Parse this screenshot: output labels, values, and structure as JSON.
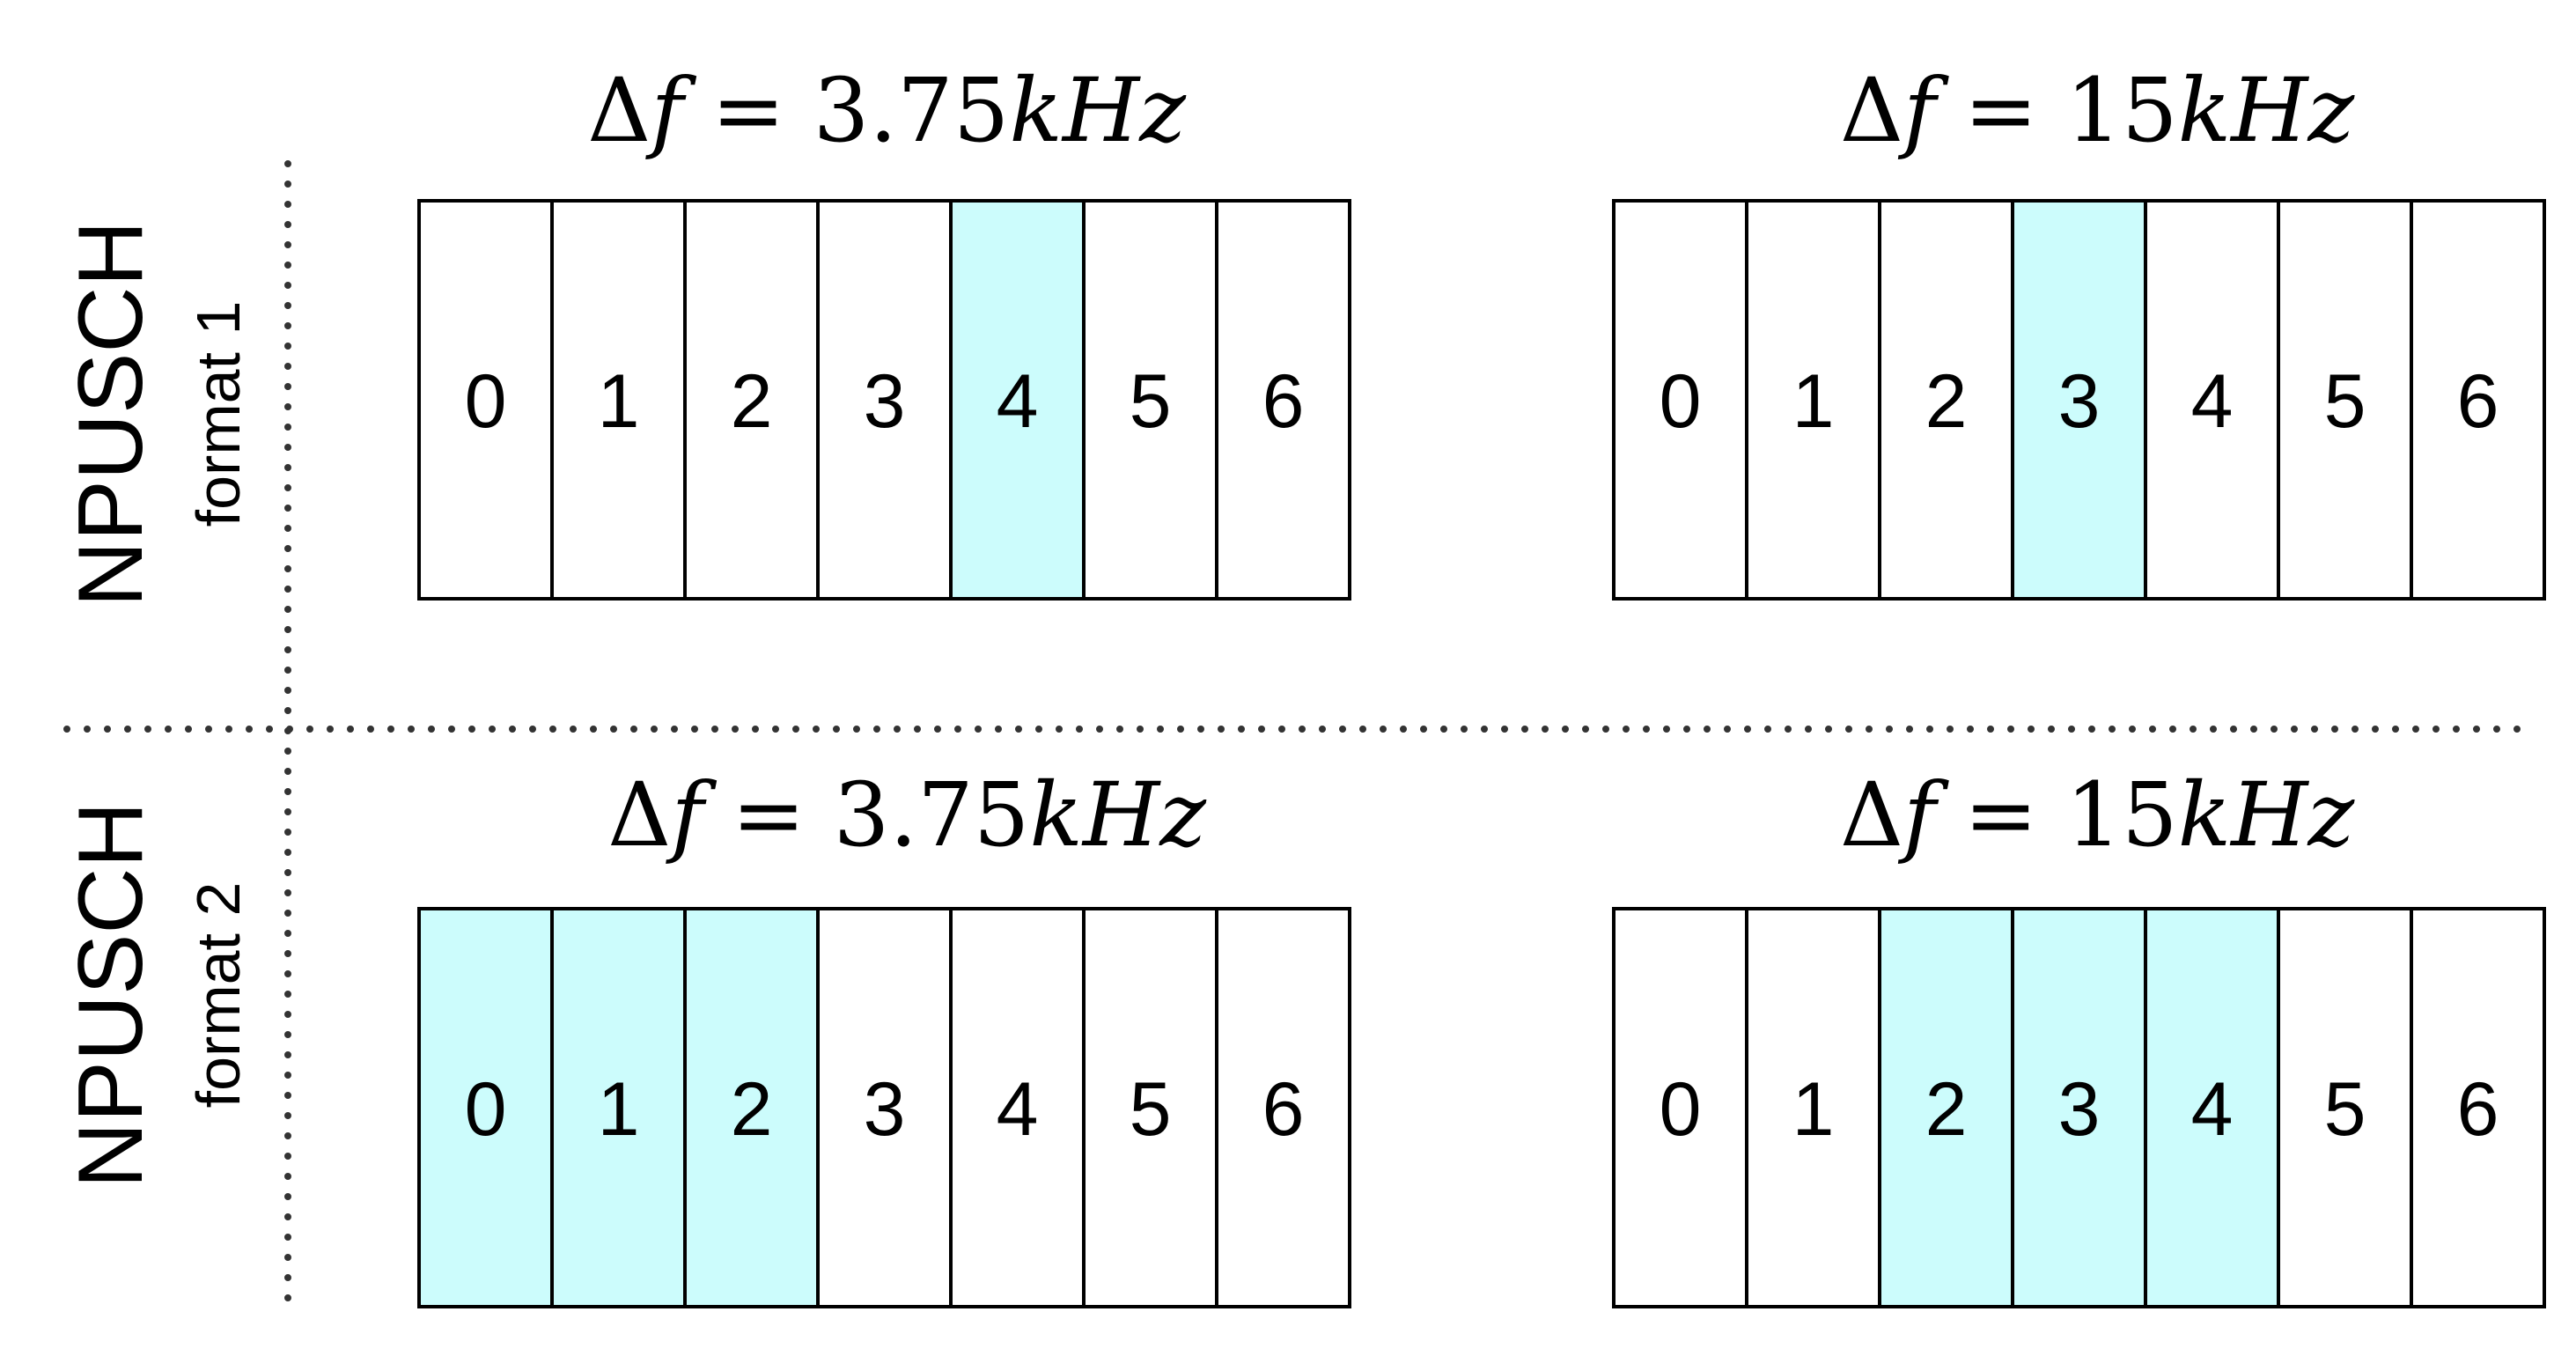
{
  "rows": [
    {
      "label": "NPUSCH",
      "sublabel": "format 1",
      "panels": [
        {
          "title": {
            "delta": "Δ",
            "f": "f",
            "eq": " = ",
            "value": "3.75",
            "unit_k": "k",
            "unit_hz": "Hz"
          },
          "cells": [
            "0",
            "1",
            "2",
            "3",
            "4",
            "5",
            "6"
          ],
          "highlighted": [
            4
          ]
        },
        {
          "title": {
            "delta": "Δ",
            "f": "f",
            "eq": " = ",
            "value": "15",
            "unit_k": "k",
            "unit_hz": "Hz"
          },
          "cells": [
            "0",
            "1",
            "2",
            "3",
            "4",
            "5",
            "6"
          ],
          "highlighted": [
            3
          ]
        }
      ]
    },
    {
      "label": "NPUSCH",
      "sublabel": "format 2",
      "panels": [
        {
          "title": {
            "delta": "Δ",
            "f": "f",
            "eq": " = ",
            "value": "3.75",
            "unit_k": "k",
            "unit_hz": "Hz"
          },
          "cells": [
            "0",
            "1",
            "2",
            "3",
            "4",
            "5",
            "6"
          ],
          "highlighted": [
            0,
            1,
            2
          ]
        },
        {
          "title": {
            "delta": "Δ",
            "f": "f",
            "eq": " = ",
            "value": "15",
            "unit_k": "k",
            "unit_hz": "Hz"
          },
          "cells": [
            "0",
            "1",
            "2",
            "3",
            "4",
            "5",
            "6"
          ],
          "highlighted": [
            2,
            3,
            4
          ]
        }
      ]
    }
  ],
  "colors": {
    "highlight": "#ccfcfc",
    "cell": "#ffffff",
    "border": "#000000",
    "divider": "#333333"
  }
}
